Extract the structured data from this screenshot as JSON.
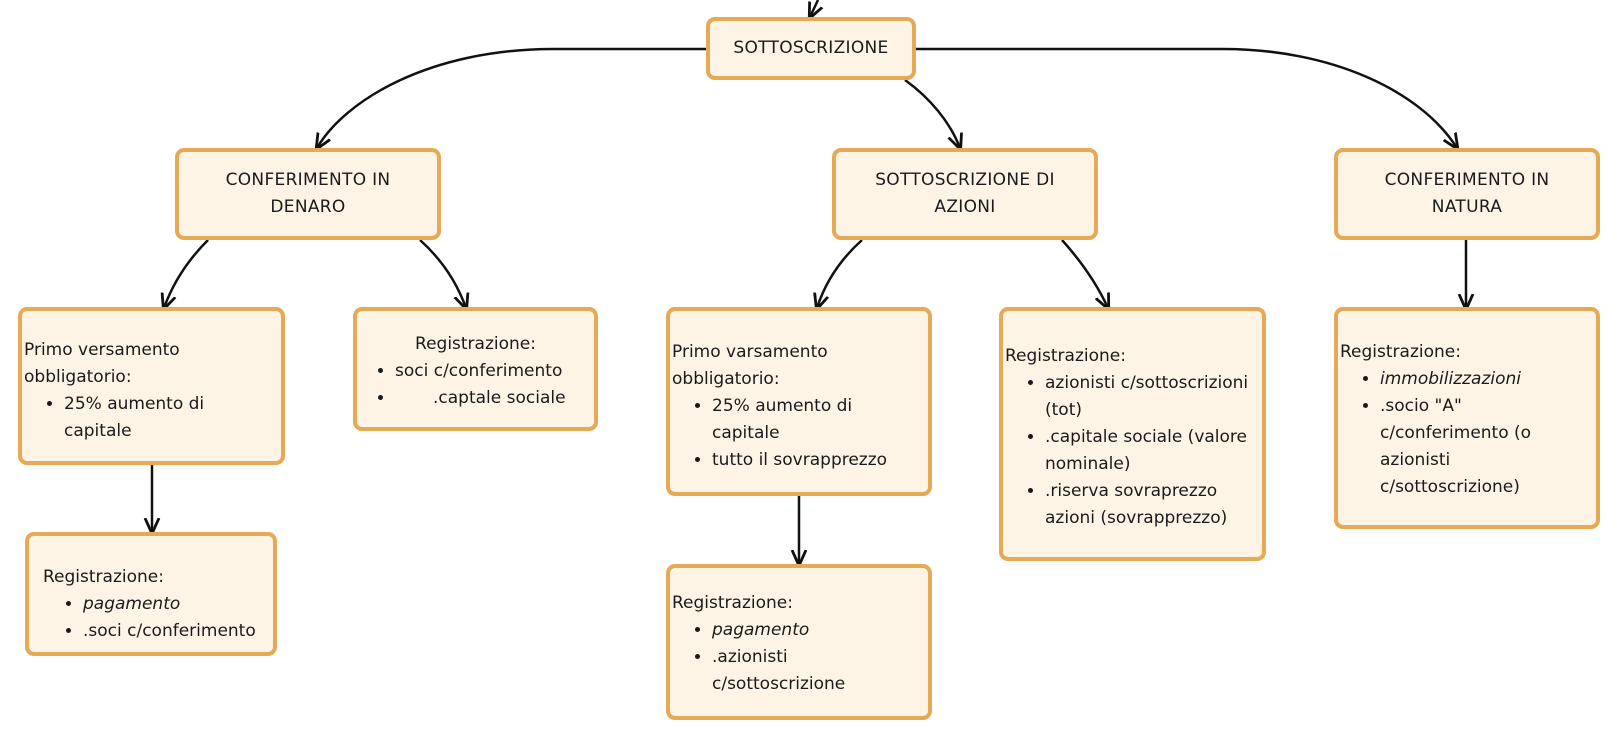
{
  "root": {
    "label": "SOTTOSCRIZIONE"
  },
  "branches": {
    "denaro": {
      "title": "CONFERIMENTO IN DENARO",
      "title_line1": "CONFERIMENTO IN",
      "title_line2": "DENARO",
      "primo": {
        "heading_line1": "Primo versamento",
        "heading_line2": "obbligatorio:",
        "items": [
          "25% aumento di capitale"
        ]
      },
      "registrazione_a": {
        "heading": "Registrazione:",
        "items": [
          "soci c/conferimento",
          ".captale sociale"
        ]
      },
      "registrazione_b": {
        "heading": "Registrazione:",
        "items": [
          "pagamento",
          ".soci c/conferimento"
        ]
      }
    },
    "azioni": {
      "title": "SOTTOSCRIZIONE DI AZIONI",
      "title_line1": "SOTTOSCRIZIONE DI",
      "title_line2": "AZIONI",
      "primo": {
        "heading_line1": "Primo varsamento",
        "heading_line2": "obbligatorio:",
        "items": [
          "25% aumento di capitale",
          "tutto il sovrapprezzo"
        ]
      },
      "registrazione_a": {
        "heading": "Registrazione:",
        "items": [
          "azionisti c/sottoscrizioni (tot)",
          ".capitale sociale (valore nominale)",
          ".riserva sovraprezzo azioni (sovrapprezzo)"
        ]
      },
      "registrazione_b": {
        "heading": "Registrazione:",
        "items": [
          "pagamento",
          ".azionisti c/sottoscrizione"
        ]
      }
    },
    "natura": {
      "title": "CONFERIMENTO IN NATURA",
      "title_line1": "CONFERIMENTO IN",
      "title_line2": "NATURA",
      "registrazione": {
        "heading": "Registrazione:",
        "items": [
          "immobilizzazioni",
          ".socio \"A\" c/conferimento (o azionisti c/sottoscrizione)"
        ]
      }
    }
  },
  "colors": {
    "node_fill": "#fef4e6",
    "node_border": "#e6a955",
    "edge": "#111111"
  }
}
